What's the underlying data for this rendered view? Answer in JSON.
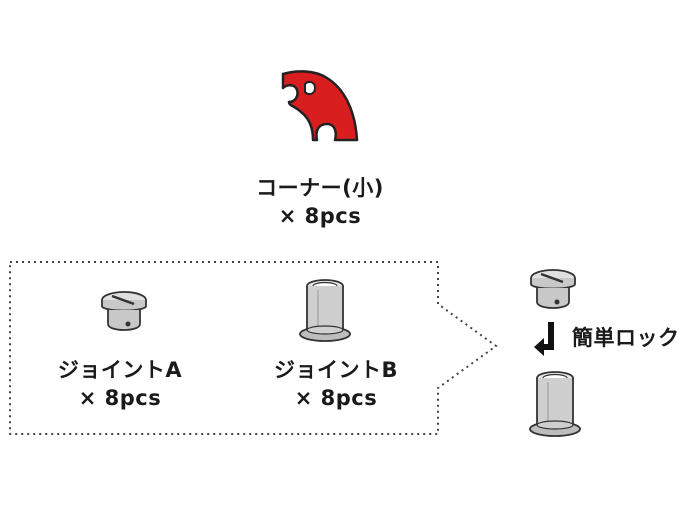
{
  "corner": {
    "name": "コーナー(小)",
    "qty": "× 8pcs",
    "color": "#d81e1e"
  },
  "joint_a": {
    "name": "ジョイントA",
    "qty": "× 8pcs"
  },
  "joint_b": {
    "name": "ジョイントB",
    "qty": "× 8pcs"
  },
  "lock": {
    "label": "簡単ロック"
  },
  "colors": {
    "part_fill": "#d4d4d4",
    "part_shade": "#a8a8a8",
    "outline": "#333333",
    "dotted_border": "#444444"
  }
}
